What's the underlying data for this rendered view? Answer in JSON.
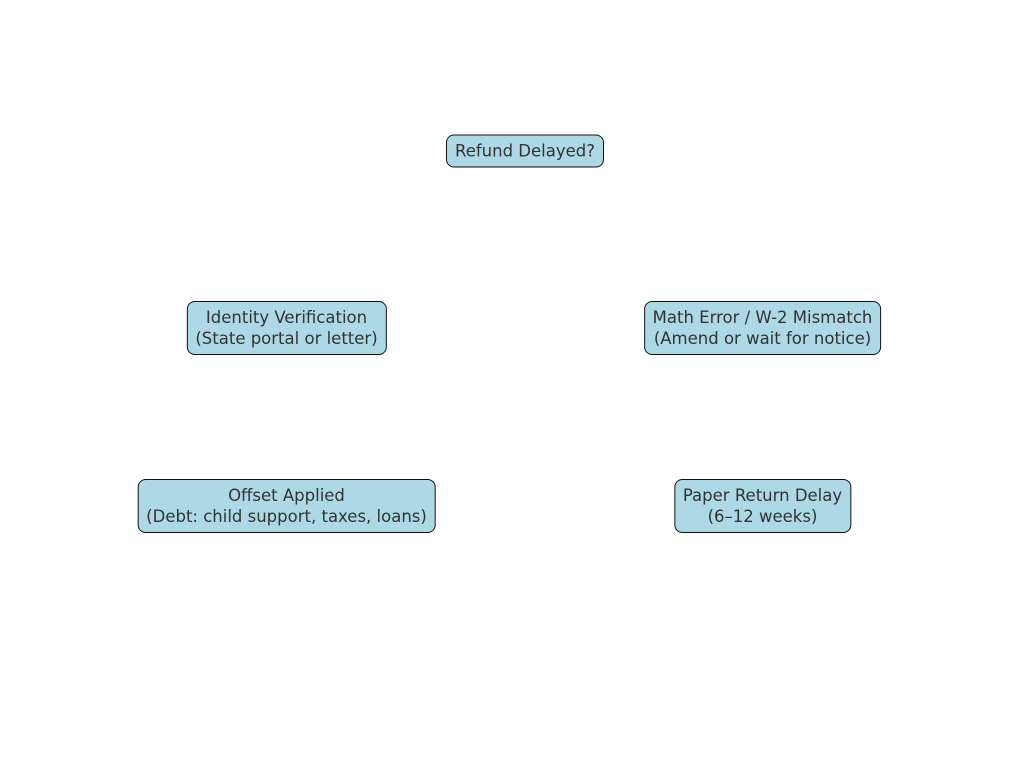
{
  "diagram": {
    "nodes": [
      {
        "id": "root",
        "lines": [
          "Refund Delayed?"
        ]
      },
      {
        "id": "identity",
        "lines": [
          "Identity Verification",
          "(State portal or letter)"
        ]
      },
      {
        "id": "math",
        "lines": [
          "Math Error / W-2 Mismatch",
          "(Amend or wait for notice)"
        ]
      },
      {
        "id": "offset",
        "lines": [
          "Offset Applied",
          "(Debt: child support, taxes, loans)"
        ]
      },
      {
        "id": "paper",
        "lines": [
          "Paper Return Delay",
          "(6–12 weeks)"
        ]
      }
    ],
    "colors": {
      "fill": "#add8e6",
      "border": "#111111",
      "text": "#333333"
    }
  }
}
